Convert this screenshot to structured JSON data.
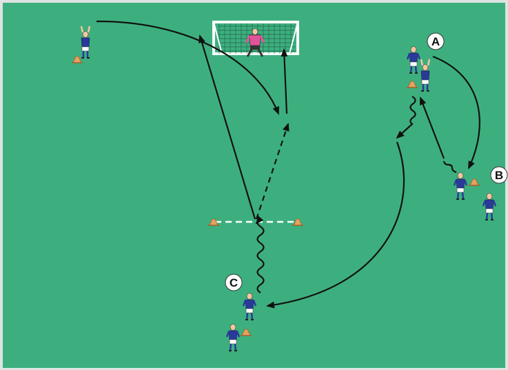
{
  "diagram": {
    "colors": {
      "pitch": "#3daf7e",
      "pitch_border": "#bfc5c2",
      "arrow": "#111111",
      "dashed_line": "#ffffff",
      "goal": "#ffffff",
      "cone": "#e8a060",
      "attacker_shirt": "#2a3a9a",
      "attacker_shorts": "#ffffff",
      "keeper_shirt": "#e0559a",
      "skin": "#f2c7a0",
      "label_bg": "#ffffff"
    },
    "labels": {
      "a": "A",
      "b": "B",
      "c": "C"
    },
    "icons": [
      "player-icon",
      "goalkeeper-icon",
      "cone-icon",
      "goal-icon"
    ]
  }
}
